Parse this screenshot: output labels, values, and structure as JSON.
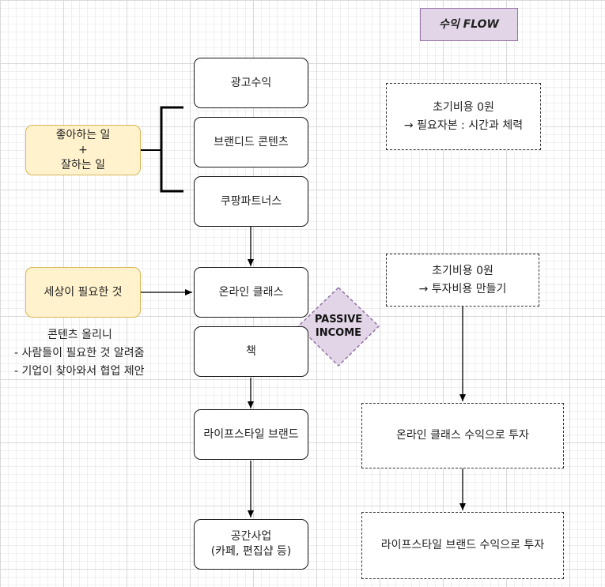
{
  "title": "수익 FLOW",
  "revenue_boxes": {
    "ad": "광고수익",
    "branded": "브랜디드 콘텐츠",
    "coupang": "쿠팡파트너스"
  },
  "left": {
    "like_line1": "좋아하는 일",
    "like_plus": "+",
    "like_line2": "잘하는 일",
    "world_need": "세상이 필요한 것",
    "note_line1": "콘텐츠 올리니",
    "note_line2": "- 사람들이 필요한 것 알려줌",
    "note_line3": "- 기업이 찾아와서 협업 제안"
  },
  "flow": {
    "online_class": "온라인 클래스",
    "book": "책",
    "lifestyle_brand": "라이프스타일 브랜드",
    "space_line1": "공간사업",
    "space_line2": "(카페, 편집샵 등)"
  },
  "passive": {
    "line1": "PASSIVE",
    "line2": "INCOME"
  },
  "right": {
    "cost1_line1": "초기비용 0원",
    "cost1_line2": "→ 필요자본 : 시간과 체력",
    "cost2_line1": "초기비용 0원",
    "cost2_line2": "→  투자비용 만들기",
    "invest1": "온라인 클래스 수익으로 투자",
    "invest2": "라이프스타일 브랜드 수익으로 투자"
  },
  "colors": {
    "yellow_fill": "#fff2cc",
    "yellow_border": "#d6b656",
    "purple_fill": "#e1d5e7",
    "purple_border": "#9673a6"
  }
}
